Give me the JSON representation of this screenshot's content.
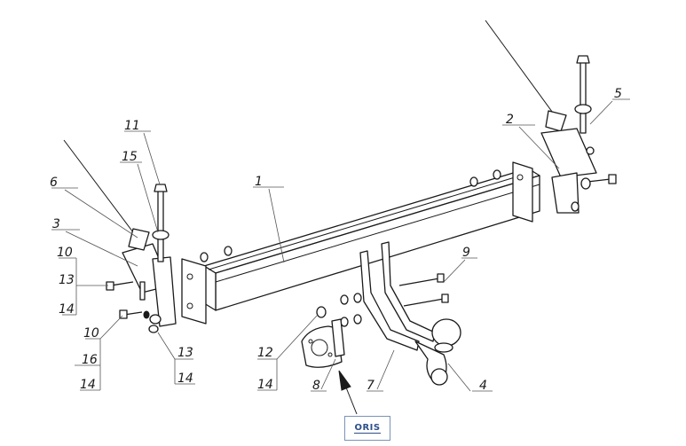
{
  "labels": {
    "p1": "1",
    "p2": "2",
    "p3": "3",
    "p4": "4",
    "p5": "5",
    "p6": "6",
    "p7": "7",
    "p8": "8",
    "p9": "9",
    "p10a": "10",
    "p10b": "10",
    "p11": "11",
    "p12": "12",
    "p13a": "13",
    "p13b": "13",
    "p14a": "14",
    "p14b": "14",
    "p14c": "14",
    "p14d": "14",
    "p15": "15",
    "p16": "16"
  },
  "logo": {
    "text": "ORIS"
  },
  "colors": {
    "line": "#1a1a1a",
    "logo": "#2d4f8a"
  }
}
